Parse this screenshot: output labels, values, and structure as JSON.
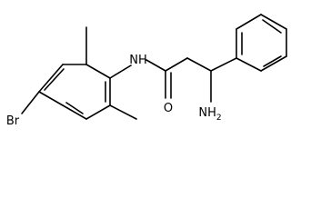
{
  "structure": {
    "labels": {
      "nh": "NH",
      "br": "Br",
      "o": "O",
      "nh2": "NH",
      "nh2_sub": "2"
    },
    "bond_color": "#000000",
    "text_color": "#000000"
  }
}
